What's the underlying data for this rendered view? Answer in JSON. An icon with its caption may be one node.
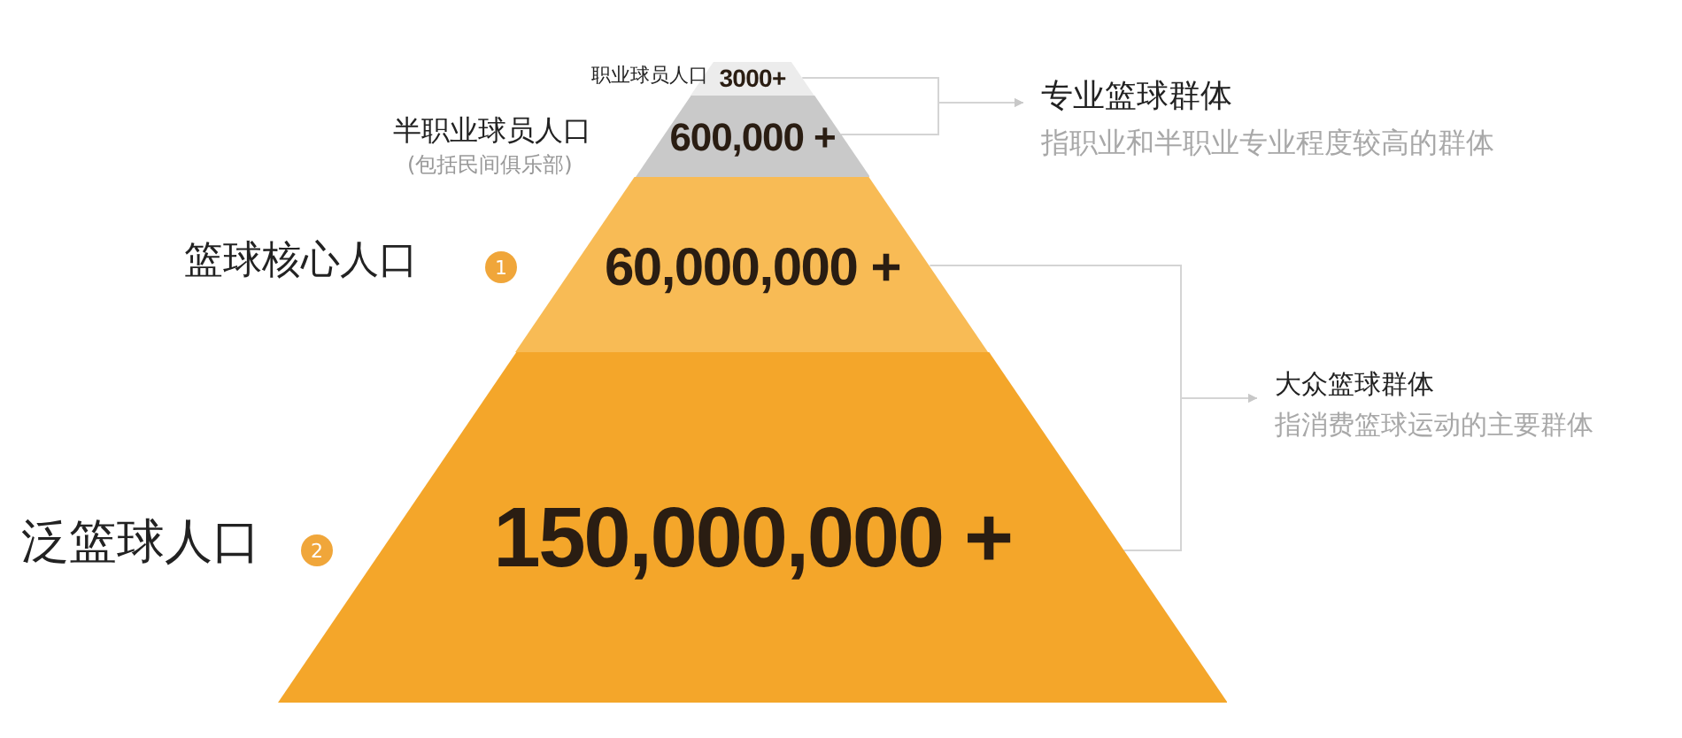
{
  "diagram": {
    "nodes": [
      {
        "text": [
          "3000+"
        ],
        "beside": [
          "职业球员人口"
        ]
      },
      {
        "text": [
          "600,000 +"
        ],
        "beside": [
          "半职业球员人口",
          "(包括民间俱乐部)"
        ]
      },
      {
        "text": [
          "60,000,000 +"
        ],
        "beside": [
          "篮球核心人口",
          "1"
        ]
      },
      {
        "text": [
          "150,000,000 +"
        ],
        "beside": [
          "泛篮球人口",
          "2"
        ]
      },
      {
        "text": [
          "专业篮球群体",
          "指职业和半职业专业程度较高的群体"
        ]
      },
      {
        "text": [
          "大众篮球群体",
          "指消费篮球运动的主要群体"
        ]
      }
    ],
    "edges": [
      {
        "from": 0,
        "to": 4,
        "arrow": "to"
      },
      {
        "from": 1,
        "to": 4,
        "arrow": "to"
      },
      {
        "from": 2,
        "to": 5,
        "arrow": "to"
      },
      {
        "from": 3,
        "to": 5,
        "arrow": "to"
      }
    ]
  }
}
